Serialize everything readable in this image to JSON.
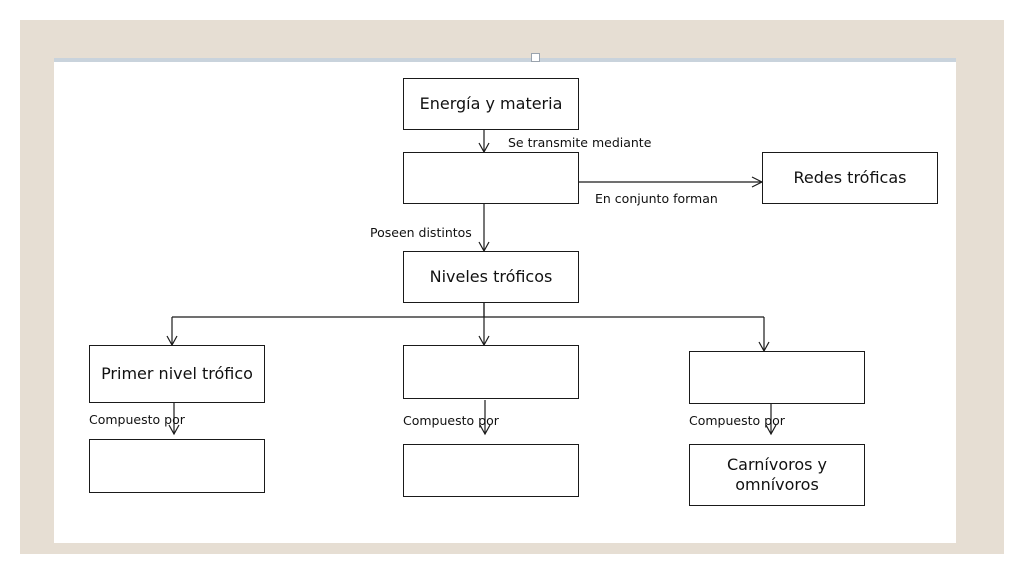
{
  "boxes": {
    "energy": "Energía y materia",
    "transfer": "",
    "food_webs": "Redes tróficas",
    "trophic_levels": "Niveles tróficos",
    "first_level": "Primer nivel trófico",
    "second_level": "",
    "third_level": "",
    "first_members": "",
    "second_members": "",
    "third_members": "Carnívoros y omnívoros"
  },
  "links": {
    "transmits": "Se transmite mediante",
    "together_form": "En conjunto forman",
    "have_different": "Poseen distintos",
    "composed_by_1": "Compuesto por",
    "composed_by_2": "Compuesto por",
    "composed_by_3": "Compuesto por"
  }
}
